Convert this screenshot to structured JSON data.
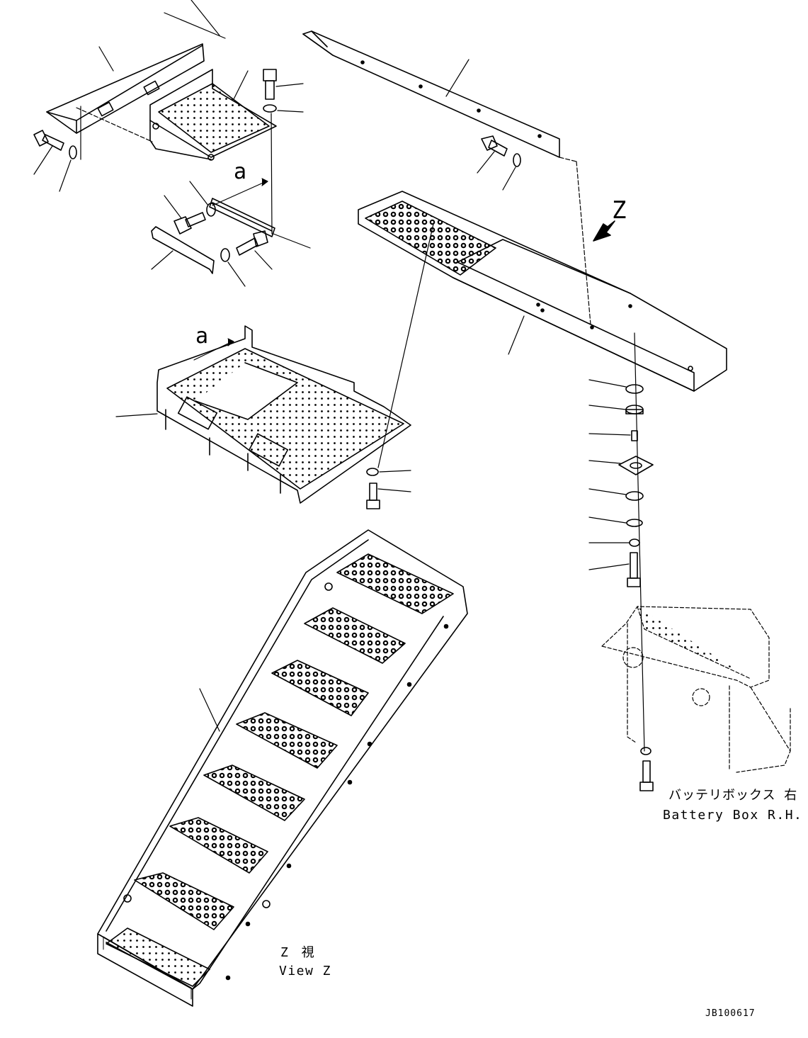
{
  "labels": {
    "view_ref_a_upper": "a",
    "view_ref_a_lower": "a",
    "view_z_arrow": "Z",
    "battery_box_jp": "バッテリボックス 右",
    "battery_box_en": "Battery Box R.H.",
    "view_z_jp": "Z 視",
    "view_z_en": "View Z",
    "drawing_number": "JB100617"
  },
  "colors": {
    "line": "#000000",
    "background": "#ffffff"
  }
}
